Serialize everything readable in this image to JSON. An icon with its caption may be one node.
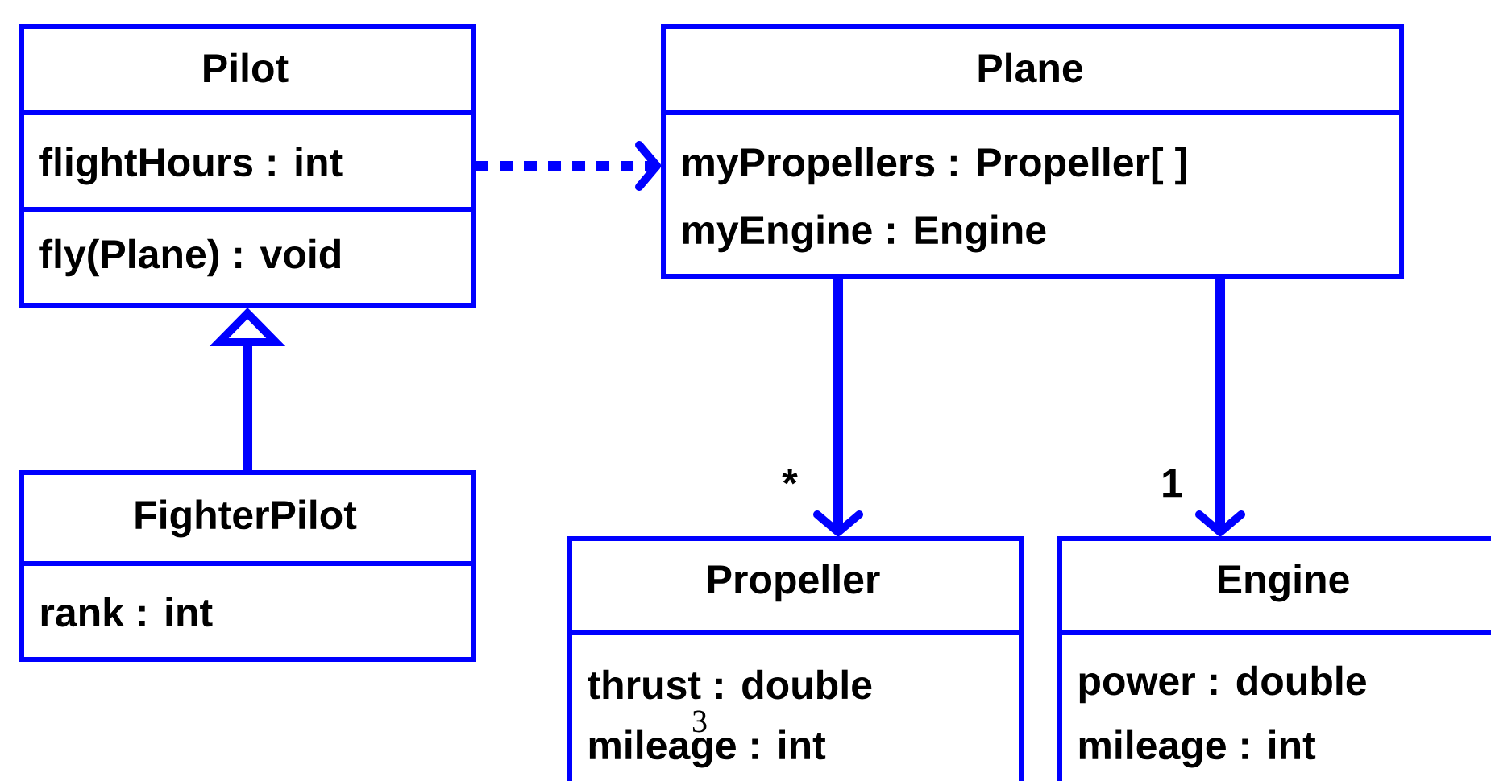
{
  "diagram": {
    "nodes": [
      {
        "text": [
          "Pilot",
          "flightHours : int",
          "fly(Plane) : void"
        ]
      },
      {
        "text": [
          "Plane",
          "myPropellers : Propeller[ ]",
          "myEngine : Engine"
        ]
      },
      {
        "text": [
          "FighterPilot",
          "rank : int"
        ]
      },
      {
        "text": [
          "Propeller",
          "thrust : double",
          "mileage : int"
        ]
      },
      {
        "text": [
          "Engine",
          "power : double",
          "mileage : int"
        ]
      }
    ],
    "edges": [
      {
        "from": 0,
        "to": 1,
        "arrow": "to",
        "style": "dashed"
      },
      {
        "from": 2,
        "to": 0,
        "arrow": "to"
      },
      {
        "from": 1,
        "to": 3,
        "arrow": "to",
        "label": "*"
      },
      {
        "from": 1,
        "to": 4,
        "arrow": "to",
        "label": "1"
      }
    ],
    "labels": [
      "3"
    ]
  }
}
